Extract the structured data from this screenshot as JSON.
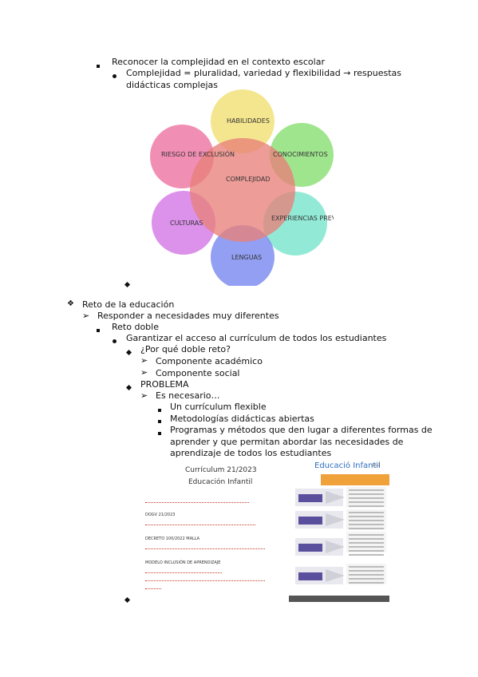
{
  "doc": {
    "l1": "Reconocer la complejidad en el contexto escolar",
    "l2a": "Complejidad = pluralidad, variedad y flexibilidad → respuestas",
    "l2b": "didácticas complejas",
    "reto": "Reto de la educación",
    "responder": "Responder a necesidades muy diferentes",
    "reto_doble": "Reto doble",
    "garantizar": "Garantizar el acceso al currículum de todos los estudiantes",
    "por_que": "¿Por qué doble reto?",
    "academico": "Componente académico",
    "social": "Componente social",
    "problema": "PROBLEMA",
    "necesario": "Es necesario…",
    "curriculum": "Un currículum flexible",
    "metodologias": "Metodologías didácticas abiertas",
    "programas_a": "Programas y métodos que den lugar a diferentes formas de",
    "programas_b": "aprender y que permitan abordar las necesidades de",
    "programas_c": "aprendizaje de todos los estudiantes"
  },
  "venn": {
    "center": "COMPLEJIDAD",
    "petals": [
      "HABILIDADES",
      "CONOCIMIENTOS",
      "EXPERIENCIAS PREVIAS",
      "LENGUAS",
      "CULTURAS",
      "RIESGO DE EXCLUSIÓN"
    ],
    "colors": {
      "center": "#e8807a",
      "habilidades": "#f2e27a",
      "conocimientos": "#8ee07a",
      "experiencias": "#7fe6cf",
      "lenguas": "#7f8ef0",
      "culturas": "#d67ee8",
      "riesgo": "#ee7aa6"
    }
  },
  "thumb_left": {
    "title1": "Currículum 21/2023",
    "title2": "Educación Infantil",
    "sec2": "DOGV 21/2023",
    "sec3": "DECRETO 100/2022 MALLA",
    "sec4": "MODELO INCLUSIÓN DE APRENDIZAJE"
  },
  "thumb_right": {
    "title": "Educació Infantil",
    "year": "2022"
  }
}
